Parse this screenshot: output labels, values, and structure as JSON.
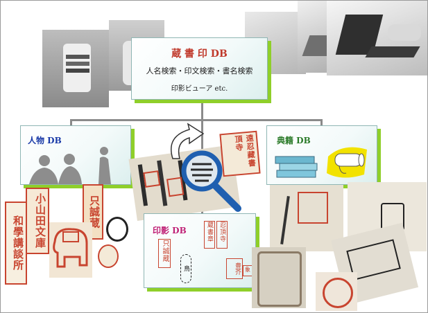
{
  "main": {
    "title": "蔵 書 印 DB",
    "line2": "人名検索・印文検索・書名検索",
    "line3": "印影ビューア  etc."
  },
  "person": {
    "title": "人物 DB"
  },
  "books": {
    "title": "典籍 DB"
  },
  "impression": {
    "title": "印影 DB",
    "seal_a": "只誠蔵",
    "seal_b": "忍頂寺",
    "seal_c": "蔵書章",
    "seal_d": "豊芥",
    "seal_e": "鳥",
    "seal_f": "象"
  },
  "left_seals": {
    "s1": "和學講談所",
    "s2": "小山田文庫",
    "s3": "只誠蔵"
  },
  "magnifier_seal": "遠忍藏書頂寺",
  "colors": {
    "accent_green": "#8fcf2a",
    "seal_red": "#c8442f",
    "title_red": "#c0392b",
    "title_blue": "#1a3aa8",
    "title_green": "#2a7a28",
    "title_pink": "#c02277"
  }
}
